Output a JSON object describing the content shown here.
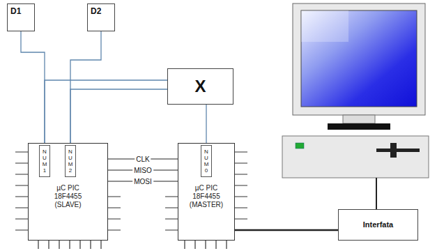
{
  "diagram": {
    "nodes": [
      {
        "text": [
          "D1"
        ]
      },
      {
        "text": [
          "D2"
        ]
      },
      {
        "text": [
          "X"
        ]
      },
      {
        "text": [
          "µC PIC 18F4455 (SLAVE)"
        ]
      },
      {
        "text": [
          "NUM 1"
        ],
        "in": 3
      },
      {
        "text": [
          "NUM 2"
        ],
        "in": 3
      },
      {
        "text": [
          "µC PIC 18F4455 (MASTER)"
        ]
      },
      {
        "text": [
          "NUM 0"
        ],
        "in": 6
      },
      {
        "text": [
          "Interfata"
        ]
      }
    ],
    "edges": [
      {
        "from": 0,
        "to": 4,
        "arrow": "none"
      },
      {
        "from": 1,
        "to": 5,
        "arrow": "none"
      },
      {
        "from": 2,
        "to": 4,
        "arrow": "none"
      },
      {
        "from": 2,
        "to": 5,
        "arrow": "none"
      },
      {
        "from": 2,
        "to": 7,
        "arrow": "none"
      },
      {
        "from": 3,
        "to": 6,
        "label": "CLK",
        "arrow": "none"
      },
      {
        "from": 3,
        "to": 6,
        "label": "MISO",
        "arrow": "none"
      },
      {
        "from": 3,
        "to": 6,
        "label": "MOSI",
        "arrow": "none"
      },
      {
        "from": 6,
        "to": 8,
        "arrow": "none"
      }
    ]
  }
}
